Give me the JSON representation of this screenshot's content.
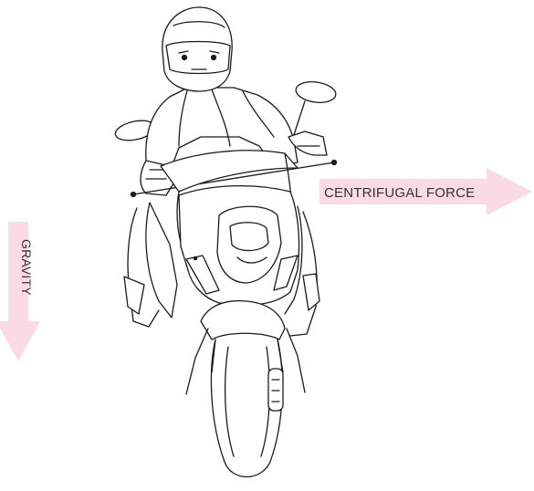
{
  "labels": {
    "centrifugal_force": "CENTRIFUGAL FORCE",
    "gravity": "GRAVITY"
  },
  "colors": {
    "arrow_fill": "#fadbe3",
    "line": "#1a1a1a",
    "label_text": "#333333"
  },
  "illustration": {
    "subject": "rider-on-scooter-front-view",
    "arrows": [
      "centrifugal-force-arrow-right",
      "gravity-arrow-down"
    ]
  }
}
